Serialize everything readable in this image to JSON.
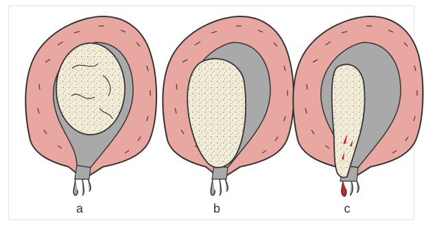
{
  "figure": {
    "panels": [
      {
        "label": "a",
        "icon": "uterus-intact-sac-icon"
      },
      {
        "label": "b",
        "icon": "uterus-separating-sac-icon"
      },
      {
        "label": "c",
        "icon": "uterus-incomplete-expulsion-icon"
      }
    ]
  },
  "colors": {
    "uterine_wall": "#E8A7A1",
    "wall_outline": "#333333",
    "cavity": "#A9A9A9",
    "sac": "#F3EDD8",
    "sac_speckle": "#3A3A3A",
    "blood": "#C8272A",
    "background": "#FFFFFF"
  }
}
